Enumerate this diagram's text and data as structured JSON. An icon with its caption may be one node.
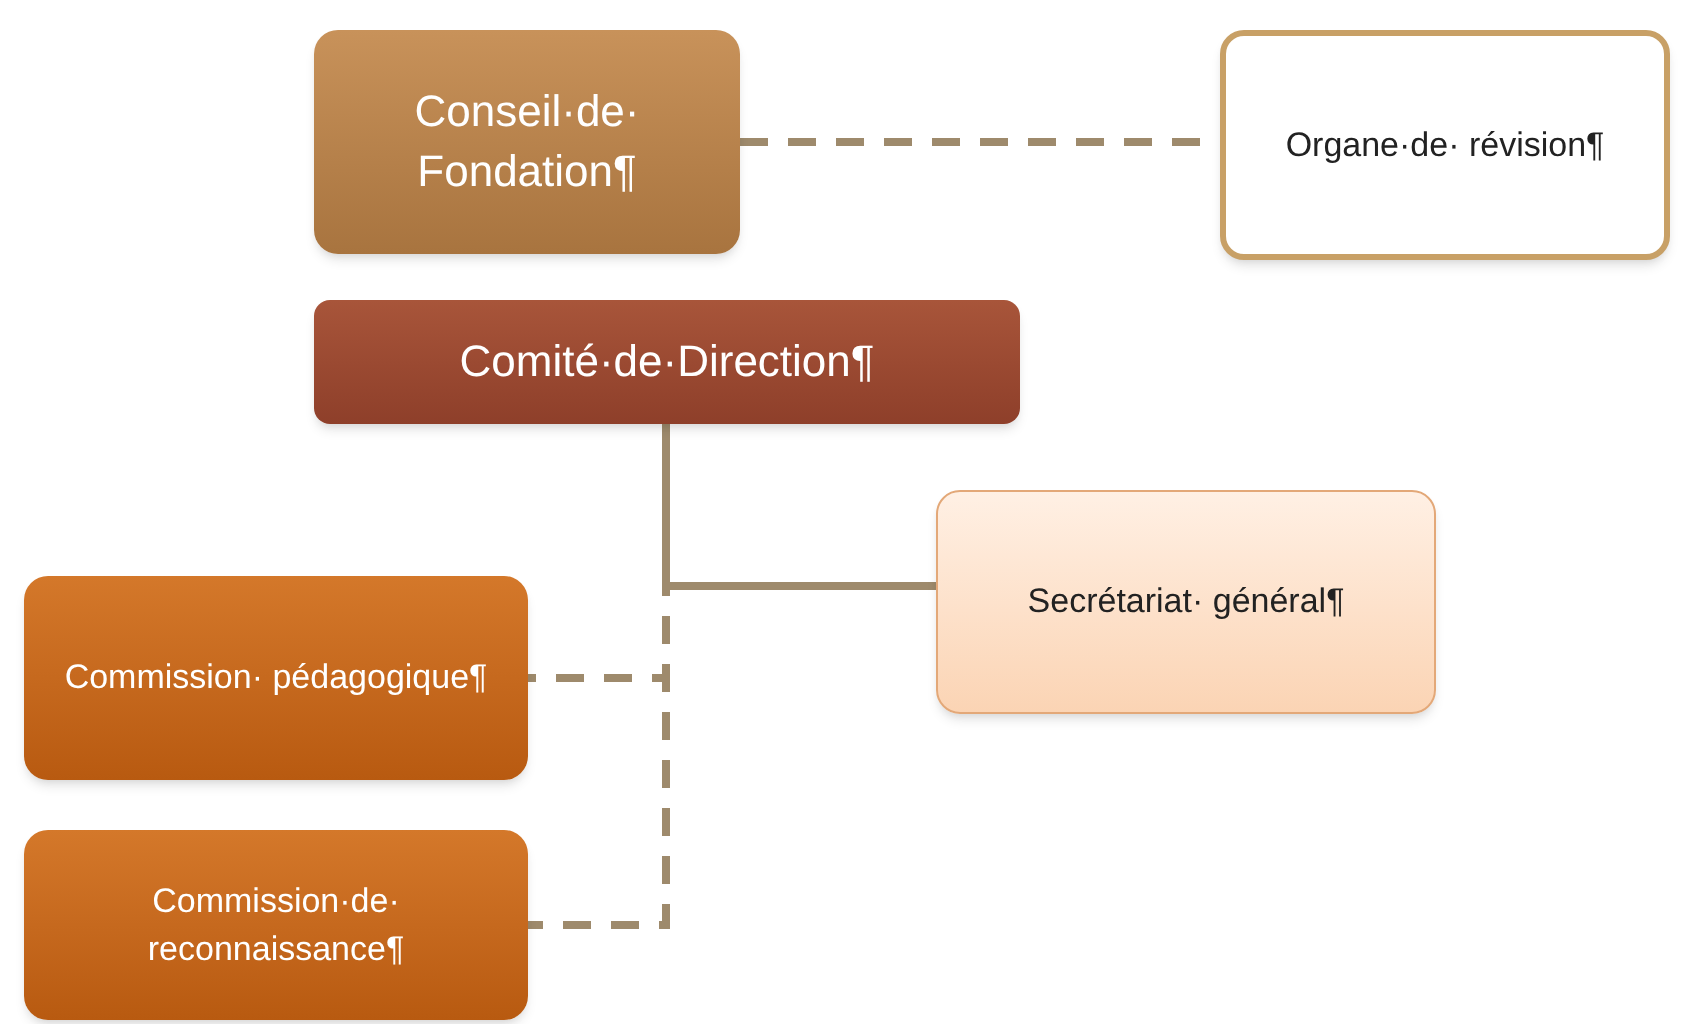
{
  "diagram": {
    "nodes": [
      {
        "text": [
          "Conseil·de· Fondation¶"
        ]
      },
      {
        "text": [
          "Organe·de· révision¶"
        ]
      },
      {
        "text": [
          "Comité·de·Direction¶"
        ]
      },
      {
        "text": [
          "Secrétariat· général¶"
        ]
      },
      {
        "text": [
          "Commission· pédagogique¶"
        ]
      },
      {
        "text": [
          "Commission·de· reconnaissance¶"
        ]
      }
    ],
    "edges": [
      {
        "from": 0,
        "to": 1,
        "arrow": "none",
        "style": "dashed"
      },
      {
        "from": 2,
        "to": 3,
        "arrow": "none"
      },
      {
        "from": 2,
        "to": 4,
        "arrow": "none",
        "style": "dashed"
      },
      {
        "from": 2,
        "to": 5,
        "arrow": "none",
        "style": "dashed"
      }
    ]
  }
}
